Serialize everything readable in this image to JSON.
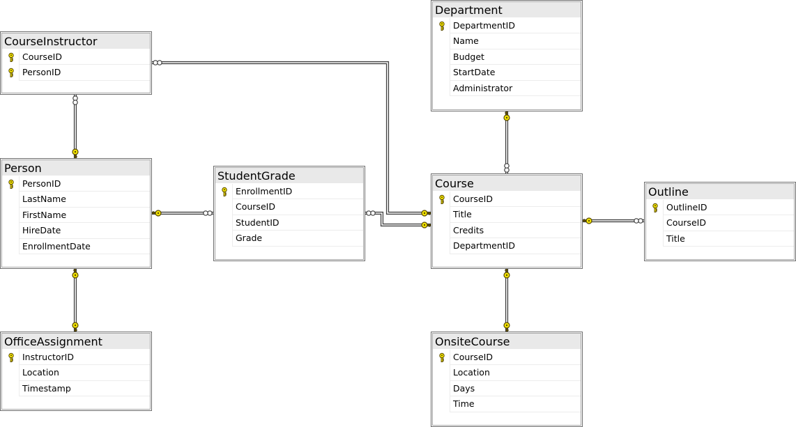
{
  "colors": {
    "line": "#404040",
    "key_fill": "#f3e500",
    "key_stroke": "#5a4a00",
    "header_bg": "#e9e9e9",
    "border": "#6d6d6d"
  },
  "icons": {
    "primary_key": "key-icon",
    "one_end": "key-icon",
    "many_end": "infinity-icon"
  },
  "tables": [
    {
      "id": "course-instructor",
      "name": "CourseInstructor",
      "columns": [
        {
          "name": "CourseID",
          "pk": true
        },
        {
          "name": "PersonID",
          "pk": true
        }
      ]
    },
    {
      "id": "department",
      "name": "Department",
      "columns": [
        {
          "name": "DepartmentID",
          "pk": true
        },
        {
          "name": "Name",
          "pk": false
        },
        {
          "name": "Budget",
          "pk": false
        },
        {
          "name": "StartDate",
          "pk": false
        },
        {
          "name": "Administrator",
          "pk": false
        }
      ]
    },
    {
      "id": "person",
      "name": "Person",
      "columns": [
        {
          "name": "PersonID",
          "pk": true
        },
        {
          "name": "LastName",
          "pk": false
        },
        {
          "name": "FirstName",
          "pk": false
        },
        {
          "name": "HireDate",
          "pk": false
        },
        {
          "name": "EnrollmentDate",
          "pk": false
        }
      ]
    },
    {
      "id": "student-grade",
      "name": "StudentGrade",
      "columns": [
        {
          "name": "EnrollmentID",
          "pk": true
        },
        {
          "name": "CourseID",
          "pk": false
        },
        {
          "name": "StudentID",
          "pk": false
        },
        {
          "name": "Grade",
          "pk": false
        }
      ]
    },
    {
      "id": "course",
      "name": "Course",
      "columns": [
        {
          "name": "CourseID",
          "pk": true
        },
        {
          "name": "Title",
          "pk": false
        },
        {
          "name": "Credits",
          "pk": false
        },
        {
          "name": "DepartmentID",
          "pk": false
        }
      ]
    },
    {
      "id": "outline",
      "name": "Outline",
      "columns": [
        {
          "name": "OutlineID",
          "pk": true
        },
        {
          "name": "CourseID",
          "pk": false
        },
        {
          "name": "Title",
          "pk": false
        }
      ]
    },
    {
      "id": "office-assignment",
      "name": "OfficeAssignment",
      "columns": [
        {
          "name": "InstructorID",
          "pk": true
        },
        {
          "name": "Location",
          "pk": false
        },
        {
          "name": "Timestamp",
          "pk": false
        }
      ]
    },
    {
      "id": "onsite-course",
      "name": "OnsiteCourse",
      "columns": [
        {
          "name": "CourseID",
          "pk": true
        },
        {
          "name": "Location",
          "pk": false
        },
        {
          "name": "Days",
          "pk": false
        },
        {
          "name": "Time",
          "pk": false
        }
      ]
    }
  ],
  "relationships": [
    {
      "id": "rel-courseinstructor-person",
      "from": "CourseInstructor",
      "from_end": "many",
      "to": "Person",
      "to_end": "one"
    },
    {
      "id": "rel-courseinstructor-course",
      "from": "CourseInstructor",
      "from_end": "many",
      "to": "Course",
      "to_end": "one"
    },
    {
      "id": "rel-person-studentgrade",
      "from": "Person",
      "from_end": "one",
      "to": "StudentGrade",
      "to_end": "many"
    },
    {
      "id": "rel-studentgrade-course",
      "from": "StudentGrade",
      "from_end": "many",
      "to": "Course",
      "to_end": "one"
    },
    {
      "id": "rel-person-officeassignment",
      "from": "Person",
      "from_end": "one",
      "to": "OfficeAssignment",
      "to_end": "one"
    },
    {
      "id": "rel-department-course",
      "from": "Department",
      "from_end": "one",
      "to": "Course",
      "to_end": "many"
    },
    {
      "id": "rel-course-outline",
      "from": "Course",
      "from_end": "one",
      "to": "Outline",
      "to_end": "many"
    },
    {
      "id": "rel-course-onsitecourse",
      "from": "Course",
      "from_end": "one",
      "to": "OnsiteCourse",
      "to_end": "one"
    }
  ]
}
